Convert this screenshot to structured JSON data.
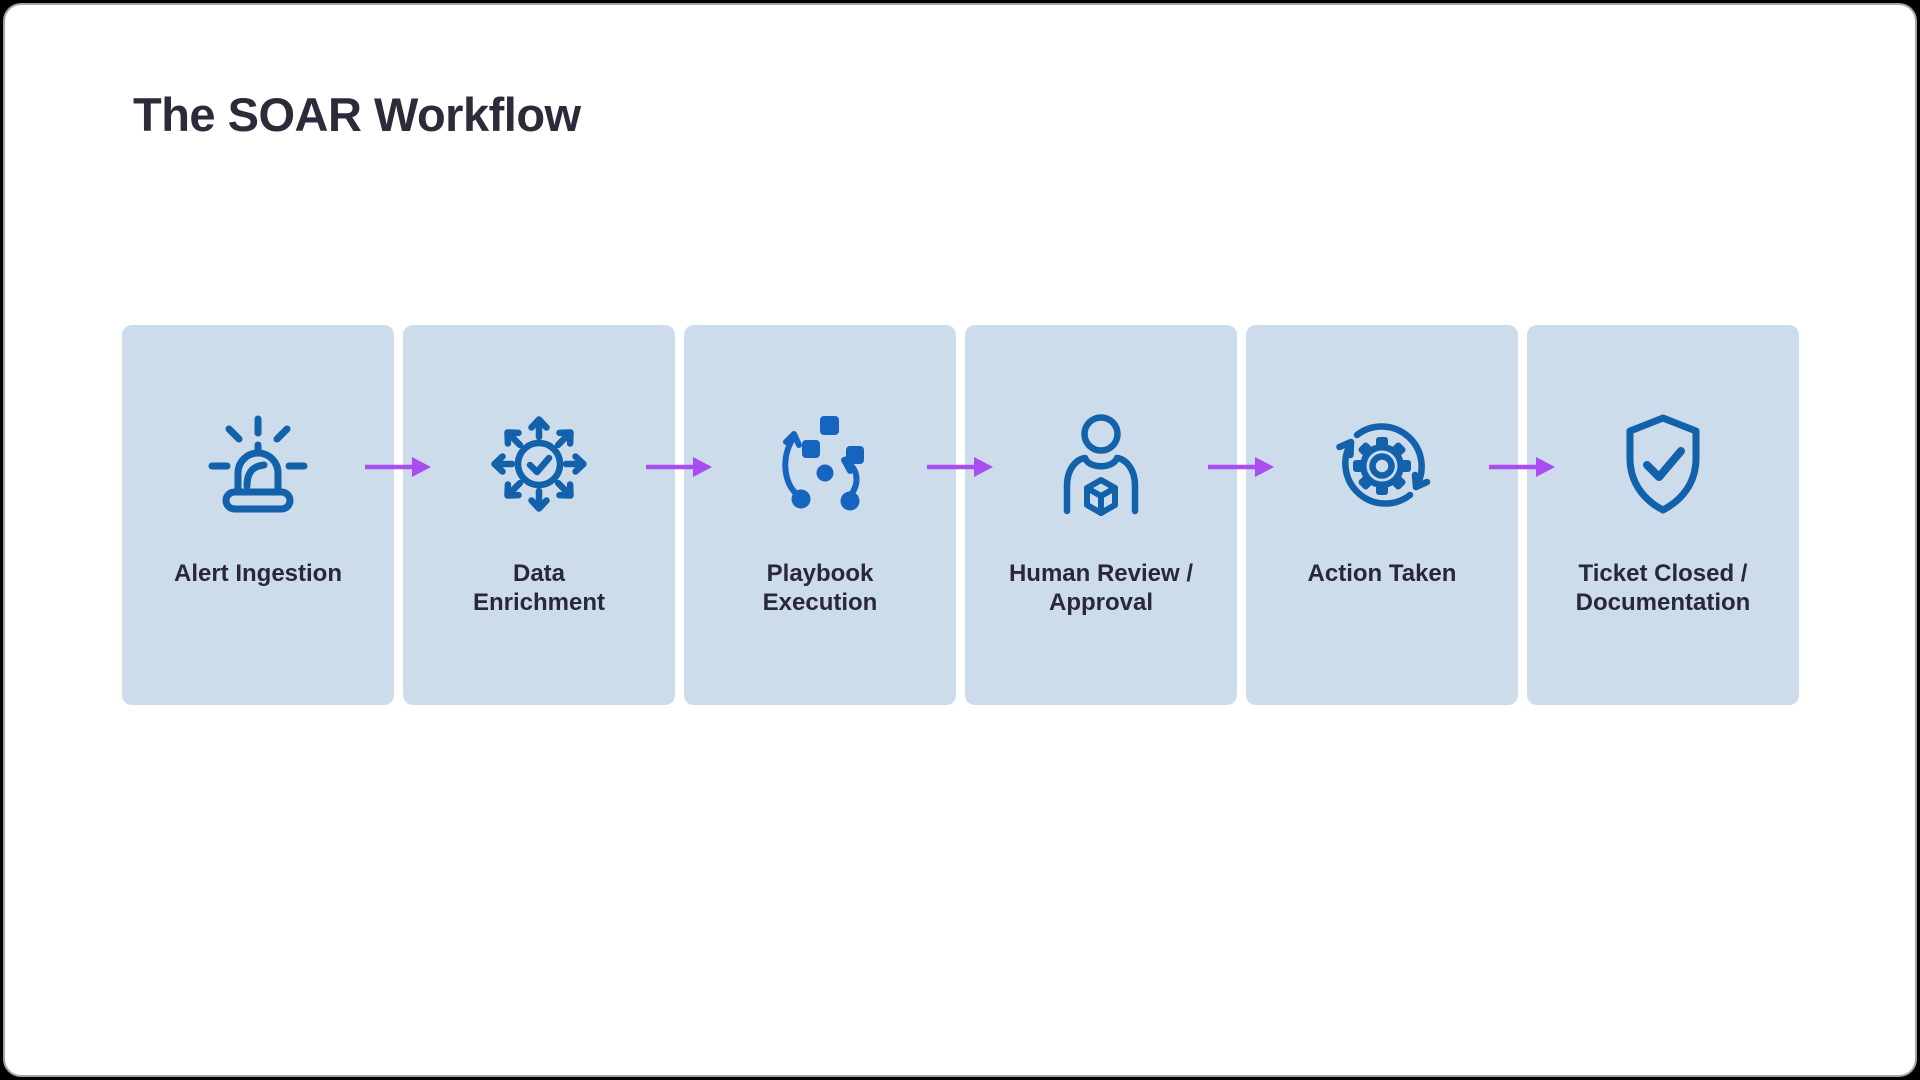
{
  "title": "The SOAR Workflow",
  "steps": [
    {
      "label": "Alert Ingestion",
      "icon": "siren-icon"
    },
    {
      "label": "Data\nEnrichment",
      "icon": "distribute-check-icon"
    },
    {
      "label": "Playbook\nExecution",
      "icon": "strategy-icon"
    },
    {
      "label": "Human Review /\nApproval",
      "icon": "person-package-icon"
    },
    {
      "label": "Action Taken",
      "icon": "gear-sync-icon"
    },
    {
      "label": "Ticket Closed /\nDocumentation",
      "icon": "shield-check-icon"
    }
  ],
  "colors": {
    "outer_frame": "#000000",
    "slide_background": "#FFFFFF",
    "card_background": "#CDDCEB",
    "icon_blue": "#1261AB",
    "icon_fill_blue": "#1565C0",
    "text_dark": "#2A2837",
    "title_dark": "#2E2A3A",
    "arrow_purple": "#A94CF0"
  }
}
